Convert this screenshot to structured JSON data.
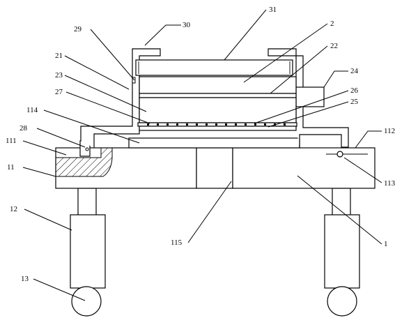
{
  "labels": {
    "l31": "31",
    "l29": "29",
    "l30": "30",
    "l2": "2",
    "l21": "21",
    "l22": "22",
    "l23": "23",
    "l24": "24",
    "l27": "27",
    "l26": "26",
    "l25": "25",
    "l114": "114",
    "l28": "28",
    "l112": "112",
    "l111": "111",
    "l11": "11",
    "l113": "113",
    "l12": "12",
    "l115": "115",
    "l1": "1",
    "l13": "13"
  }
}
